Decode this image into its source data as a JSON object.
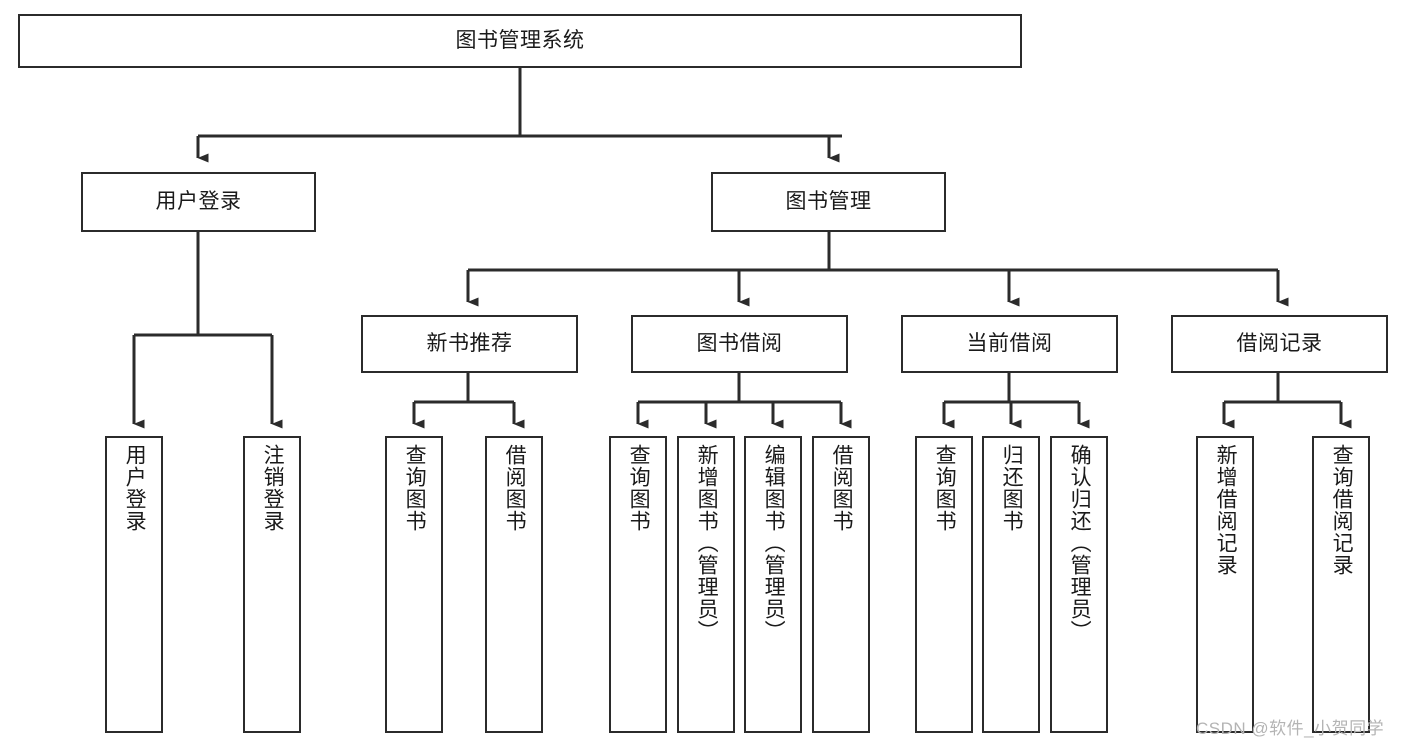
{
  "diagram": {
    "title": "图书管理系统",
    "type": "hierarchy-tree",
    "watermark": "CSDN @软件_小贺同学",
    "colors": {
      "box_border": "#2b2b2b",
      "box_fill": "#ffffff",
      "edge": "#2b2b2b",
      "text": "#1a1a1a",
      "watermark": "#b4b4b4",
      "background": "#ffffff"
    },
    "nodes": {
      "root": {
        "label": "图书管理系统",
        "orientation": "horizontal",
        "level": 0
      },
      "l1_user_login": {
        "label": "用户登录",
        "orientation": "horizontal",
        "level": 1
      },
      "l1_book_mgmt": {
        "label": "图书管理",
        "orientation": "horizontal",
        "level": 1
      },
      "l2_new_book_rec": {
        "label": "新书推荐",
        "orientation": "horizontal",
        "level": 2
      },
      "l2_book_borrow": {
        "label": "图书借阅",
        "orientation": "horizontal",
        "level": 2
      },
      "l2_current_borrow": {
        "label": "当前借阅",
        "orientation": "horizontal",
        "level": 2
      },
      "l2_borrow_record": {
        "label": "借阅记录",
        "orientation": "horizontal",
        "level": 2
      },
      "leaf_user_login": {
        "label": "用户登录",
        "orientation": "vertical",
        "level": 3
      },
      "leaf_logout": {
        "label": "注销登录",
        "orientation": "vertical",
        "level": 3
      },
      "leaf_query_book_a": {
        "label": "查询图书",
        "orientation": "vertical",
        "level": 3
      },
      "leaf_borrow_book_a": {
        "label": "借阅图书",
        "orientation": "vertical",
        "level": 3
      },
      "leaf_query_book_b": {
        "label": "查询图书",
        "orientation": "vertical",
        "level": 3
      },
      "leaf_add_book": {
        "label": "新增图书（管理员）",
        "orientation": "vertical",
        "level": 3
      },
      "leaf_edit_book": {
        "label": "编辑图书（管理员）",
        "orientation": "vertical",
        "level": 3
      },
      "leaf_borrow_book_b": {
        "label": "借阅图书",
        "orientation": "vertical",
        "level": 3
      },
      "leaf_query_book_c": {
        "label": "查询图书",
        "orientation": "vertical",
        "level": 3
      },
      "leaf_return_book": {
        "label": "归还图书",
        "orientation": "vertical",
        "level": 3
      },
      "leaf_confirm_return": {
        "label": "确认归还（管理员）",
        "orientation": "vertical",
        "level": 3
      },
      "leaf_add_record": {
        "label": "新增借阅记录",
        "orientation": "vertical",
        "level": 3
      },
      "leaf_query_record": {
        "label": "查询借阅记录",
        "orientation": "vertical",
        "level": 3
      }
    },
    "edges": [
      {
        "from": "root",
        "to": "l1_user_login"
      },
      {
        "from": "root",
        "to": "l1_book_mgmt"
      },
      {
        "from": "l1_user_login",
        "to": "leaf_user_login"
      },
      {
        "from": "l1_user_login",
        "to": "leaf_logout"
      },
      {
        "from": "l1_book_mgmt",
        "to": "l2_new_book_rec"
      },
      {
        "from": "l1_book_mgmt",
        "to": "l2_book_borrow"
      },
      {
        "from": "l1_book_mgmt",
        "to": "l2_current_borrow"
      },
      {
        "from": "l1_book_mgmt",
        "to": "l2_borrow_record"
      },
      {
        "from": "l2_new_book_rec",
        "to": "leaf_query_book_a"
      },
      {
        "from": "l2_new_book_rec",
        "to": "leaf_borrow_book_a"
      },
      {
        "from": "l2_book_borrow",
        "to": "leaf_query_book_b"
      },
      {
        "from": "l2_book_borrow",
        "to": "leaf_add_book"
      },
      {
        "from": "l2_book_borrow",
        "to": "leaf_edit_book"
      },
      {
        "from": "l2_book_borrow",
        "to": "leaf_borrow_book_b"
      },
      {
        "from": "l2_current_borrow",
        "to": "leaf_query_book_c"
      },
      {
        "from": "l2_current_borrow",
        "to": "leaf_return_book"
      },
      {
        "from": "l2_current_borrow",
        "to": "leaf_confirm_return"
      },
      {
        "from": "l2_borrow_record",
        "to": "leaf_add_record"
      },
      {
        "from": "l2_borrow_record",
        "to": "leaf_query_record"
      }
    ]
  }
}
